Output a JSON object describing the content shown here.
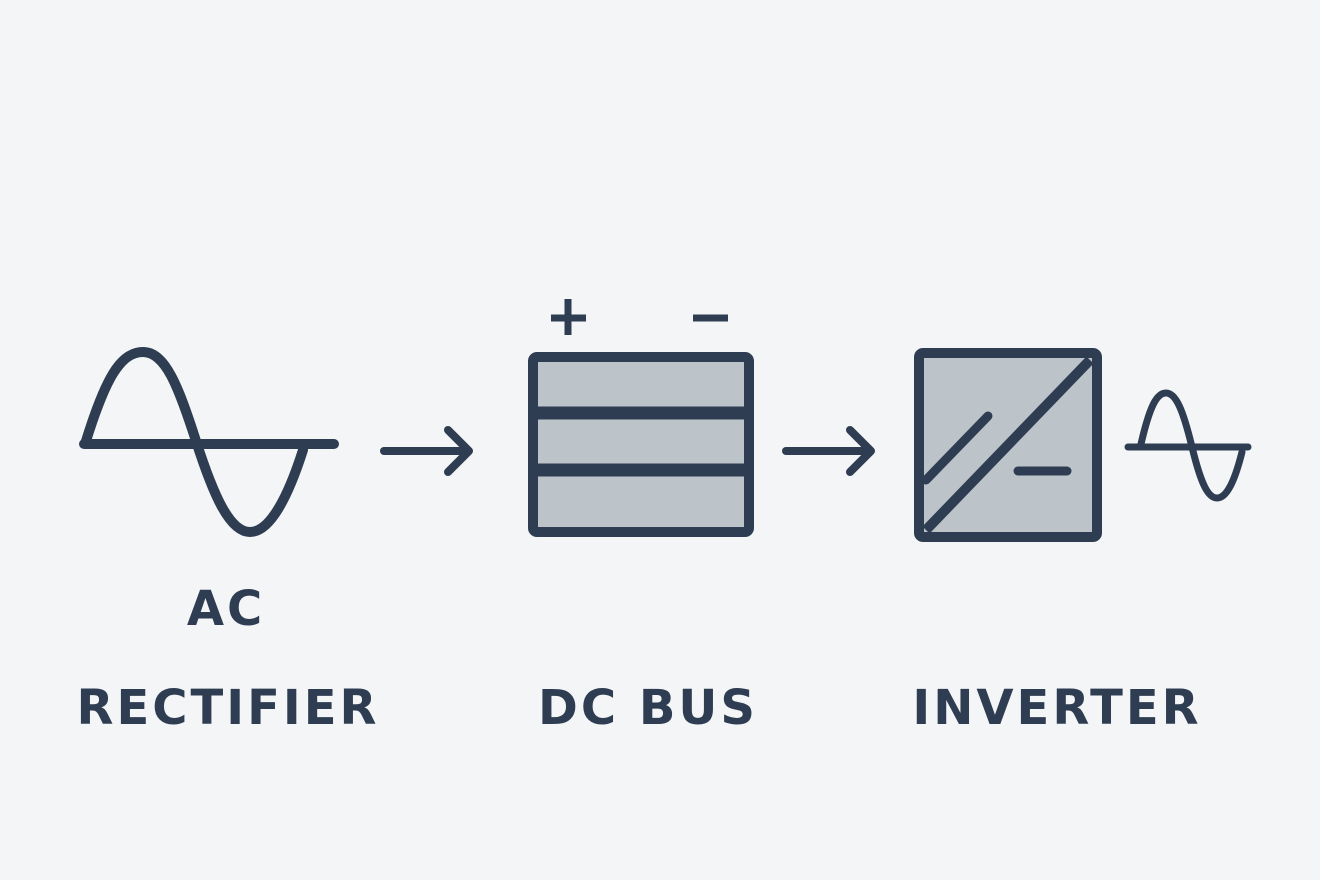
{
  "colors": {
    "background": "#f3f5f7",
    "stroke": "#2f3d52",
    "fill": "#bcc4ca"
  },
  "labels": {
    "ac": "AC",
    "rectifier": "RECTIFIER",
    "dc_bus": "DC BUS",
    "inverter": "INVERTER"
  },
  "dc_bus": {
    "plus": "+",
    "minus": "−"
  },
  "icons": [
    "ac-sine-wave-icon",
    "arrow-right-icon",
    "dc-bus-icon",
    "arrow-right-icon",
    "inverter-icon",
    "ac-output-sine-wave-icon"
  ]
}
